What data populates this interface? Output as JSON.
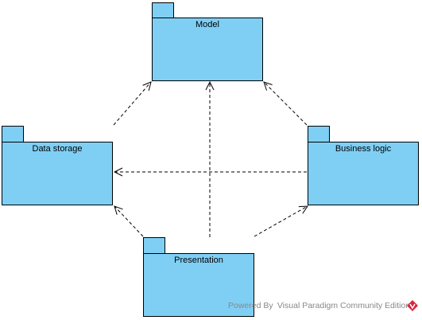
{
  "colors": {
    "package_fill": "#7fcff4",
    "package_stroke": "#000000",
    "dependency_stroke": "#000000",
    "watermark_text": "#888888",
    "logo_red": "#d9263b"
  },
  "packages": [
    {
      "id": "model",
      "name": "Model"
    },
    {
      "id": "data-storage",
      "name": "Data storage"
    },
    {
      "id": "business-logic",
      "name": "Business logic"
    },
    {
      "id": "presentation",
      "name": "Presentation"
    }
  ],
  "dependencies": [
    {
      "from": "data-storage",
      "to": "model",
      "style": "dashed-open-arrow"
    },
    {
      "from": "business-logic",
      "to": "model",
      "style": "dashed-open-arrow"
    },
    {
      "from": "presentation",
      "to": "model",
      "style": "dashed-open-arrow"
    },
    {
      "from": "business-logic",
      "to": "data-storage",
      "style": "dashed-open-arrow"
    },
    {
      "from": "presentation",
      "to": "data-storage",
      "style": "dashed-open-arrow"
    },
    {
      "from": "presentation",
      "to": "business-logic",
      "style": "dashed-open-arrow"
    }
  ],
  "watermark": {
    "text": "Powered By Visual Paradigm Community Edition",
    "logo_icon": "visual-paradigm-logo-icon"
  }
}
